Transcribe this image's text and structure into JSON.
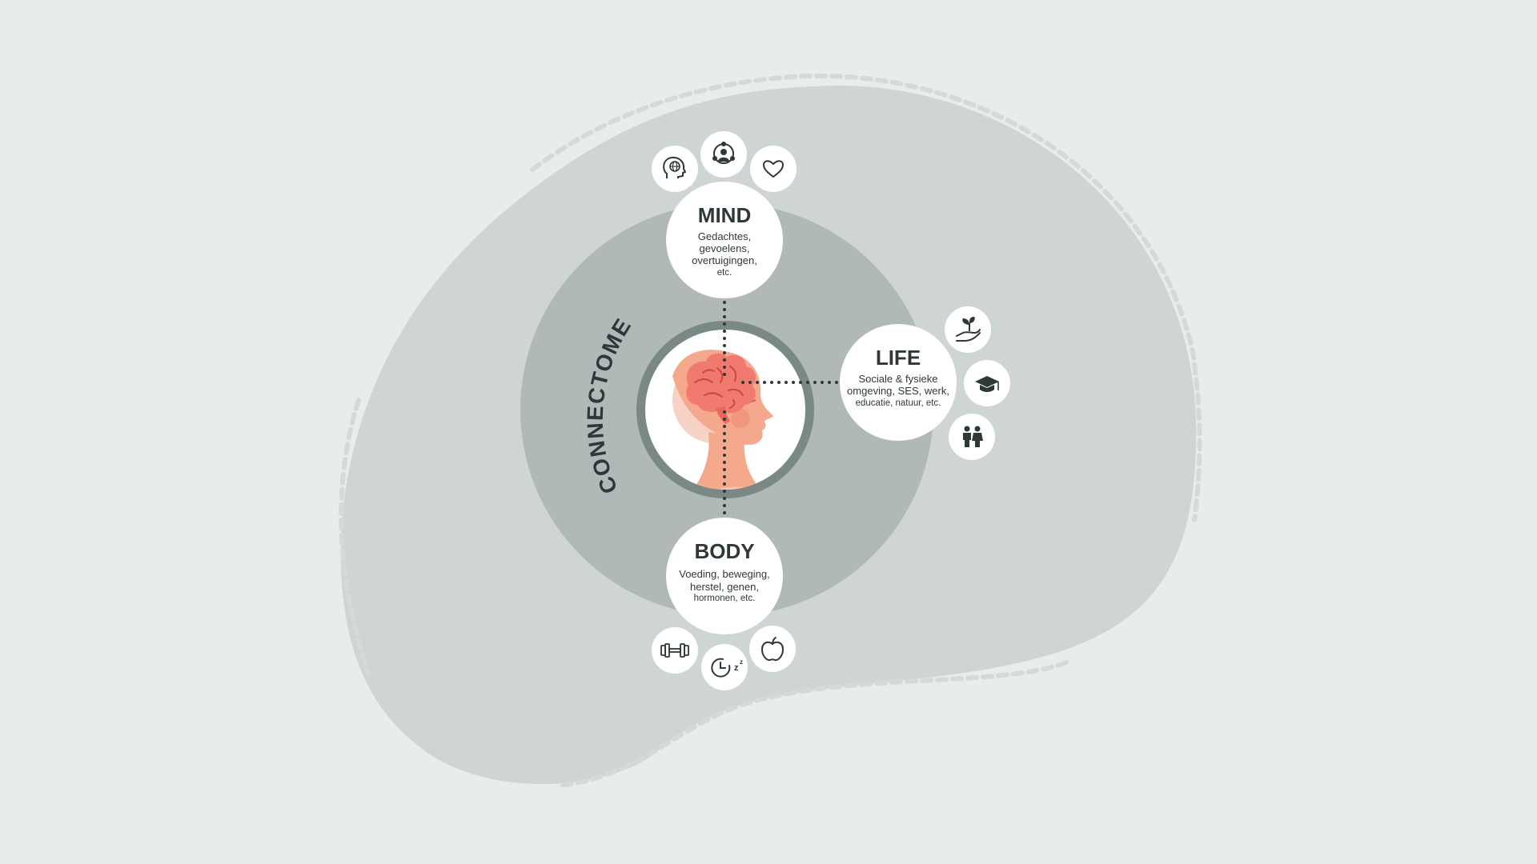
{
  "connectome_label": "CONNECTOME",
  "nodes": {
    "mind": {
      "title": "MIND",
      "lines": [
        "Gedachtes,",
        "gevoelens,",
        "overtuigingen,",
        "etc."
      ],
      "icons": [
        "head-globe-icon",
        "community-icon",
        "heart-icon"
      ]
    },
    "life": {
      "title": "LIFE",
      "lines": [
        "Sociale & fysieke",
        "omgeving, SES, werk,",
        "educatie, natuur, etc."
      ],
      "icons": [
        "hand-plant-icon",
        "graduation-cap-icon",
        "two-people-icon"
      ]
    },
    "body": {
      "title": "BODY",
      "lines": [
        "Voeding, beweging,",
        "herstel, genen,",
        "hormonen, etc."
      ],
      "icons": [
        "dumbbell-icon",
        "sleep-clock-icon",
        "apple-icon"
      ]
    }
  },
  "colors": {
    "background": "#e8ecec",
    "outer_blob": "#cfd5d5",
    "inner_circle": "#b1b9b8",
    "center_ring": "#7a8986",
    "text": "#2f3838",
    "brain": "#f07a70",
    "skin": "#f4a98c"
  }
}
